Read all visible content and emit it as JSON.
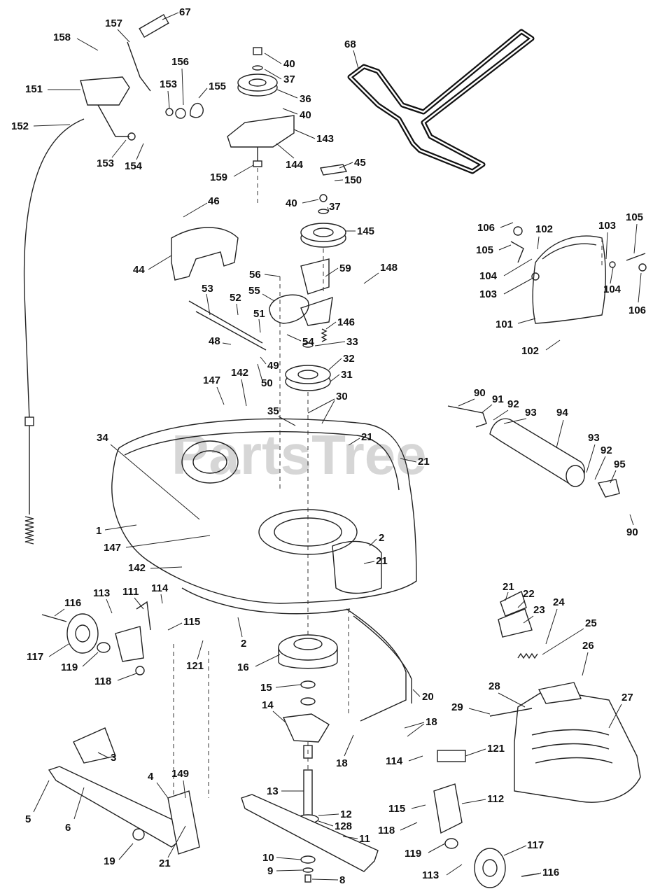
{
  "watermark": "PartsTree",
  "labels": [
    "1",
    "2",
    "3",
    "4",
    "5",
    "6",
    "8",
    "9",
    "10",
    "11",
    "12",
    "13",
    "14",
    "15",
    "16",
    "18",
    "19",
    "20",
    "21",
    "22",
    "23",
    "24",
    "25",
    "26",
    "27",
    "28",
    "29",
    "30",
    "31",
    "32",
    "33",
    "34",
    "35",
    "36",
    "37",
    "40",
    "44",
    "45",
    "46",
    "48",
    "49",
    "50",
    "51",
    "52",
    "53",
    "54",
    "55",
    "56",
    "59",
    "67",
    "68",
    "90",
    "91",
    "92",
    "93",
    "94",
    "95",
    "101",
    "102",
    "103",
    "104",
    "105",
    "106",
    "111",
    "112",
    "113",
    "114",
    "115",
    "116",
    "117",
    "118",
    "119",
    "121",
    "128",
    "142",
    "143",
    "144",
    "145",
    "146",
    "147",
    "148",
    "149",
    "150",
    "151",
    "152",
    "153",
    "154",
    "155",
    "156",
    "157",
    "158",
    "159"
  ]
}
